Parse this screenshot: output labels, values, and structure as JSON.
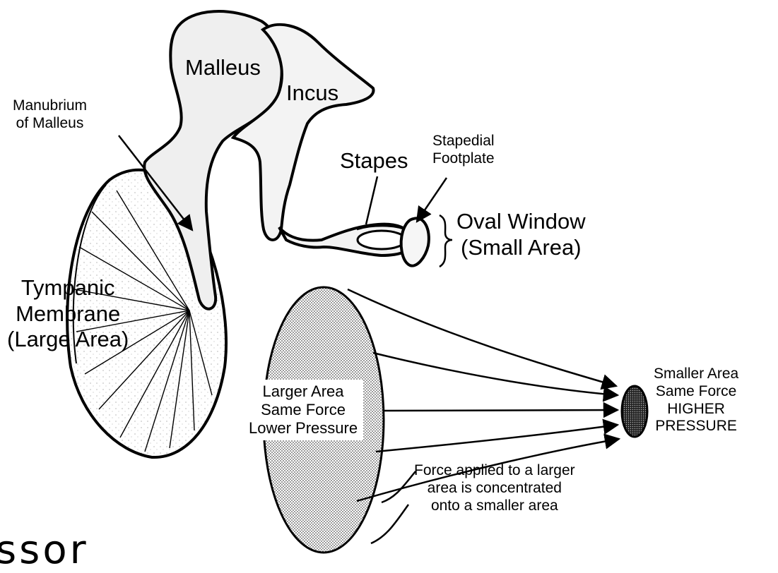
{
  "labels": {
    "malleus": "Malleus",
    "incus": "Incus",
    "manubrium": "Manubrium\nof Malleus",
    "stapes": "Stapes",
    "stapedial_footplate": "Stapedial\nFootplate",
    "oval_window": "Oval Window\n(Small Area)",
    "tympanic_membrane": "Tympanic\nMembrane\n(Large Area)",
    "larger_area": "Larger Area\nSame Force\nLower Pressure",
    "smaller_area": "Smaller Area\nSame Force\nHIGHER\nPRESSURE",
    "force_note": "Force applied to a larger\narea is concentrated\nonto a smaller area"
  },
  "cut_caption": "ssor",
  "colors": {
    "ink": "#000000",
    "bone_fill": "#efefef",
    "large_ellipse_fill": "#cfcfcf",
    "small_ellipse_fill": "#3a3a3a"
  }
}
